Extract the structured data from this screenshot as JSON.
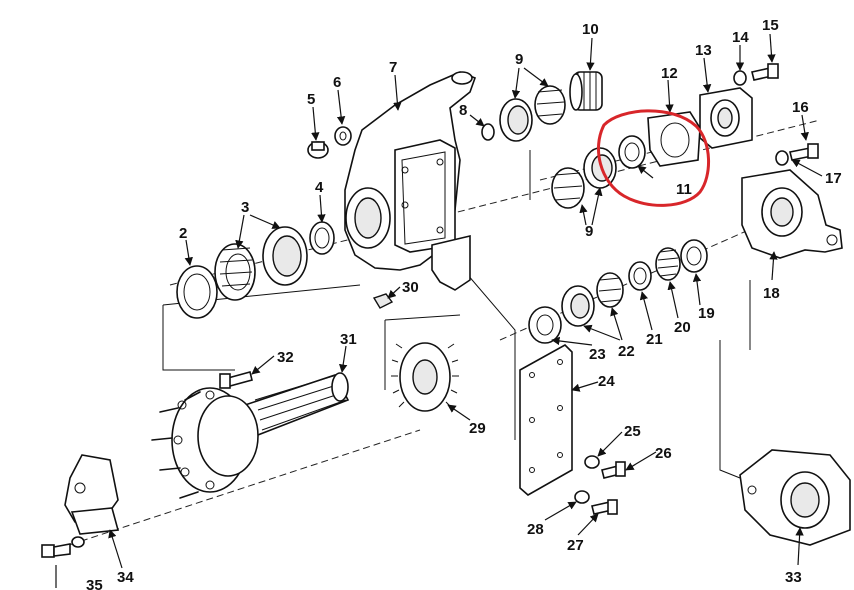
{
  "callouts": {
    "c2": "2",
    "c3": "3",
    "c4": "4",
    "c5": "5",
    "c6": "6",
    "c7": "7",
    "c8": "8",
    "c9a": "9",
    "c9b": "9",
    "c10": "10",
    "c11": "11",
    "c12": "12",
    "c13": "13",
    "c14": "14",
    "c15": "15",
    "c16": "16",
    "c17": "17",
    "c18": "18",
    "c19": "19",
    "c20": "20",
    "c21": "21",
    "c22": "22",
    "c23": "23",
    "c24": "24",
    "c25": "25",
    "c26": "26",
    "c27": "27",
    "c28": "28",
    "c29": "29",
    "c30": "30",
    "c31": "31",
    "c32": "32",
    "c33": "33",
    "c34": "34",
    "c35": "35"
  },
  "highlight": {
    "color": "#d8262a",
    "target_callout": "11"
  }
}
